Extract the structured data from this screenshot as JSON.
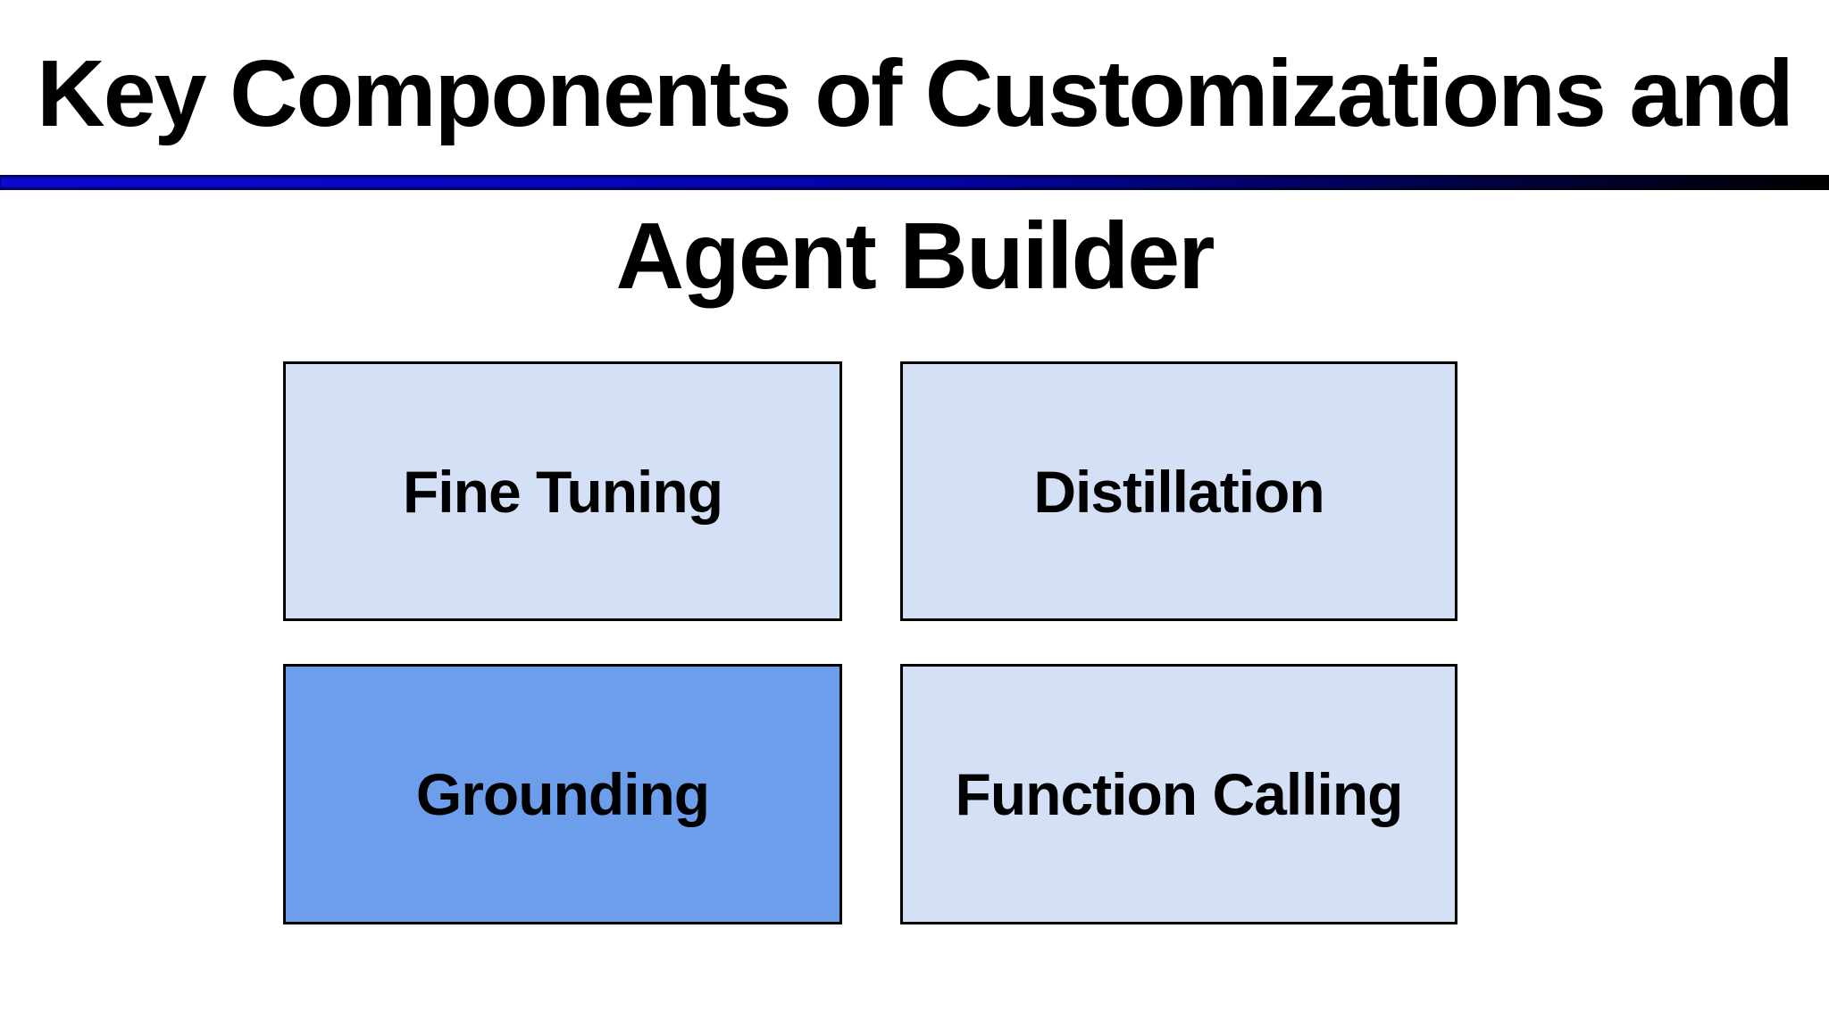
{
  "slide": {
    "title_line1": "Key Components of Customizations and",
    "title_line2": "Agent Builder"
  },
  "boxes": [
    {
      "id": "fine-tuning",
      "label": "Fine Tuning",
      "fill": "#d3e0f6",
      "highlighted": false
    },
    {
      "id": "distillation",
      "label": "Distillation",
      "fill": "#d3e0f6",
      "highlighted": false
    },
    {
      "id": "grounding",
      "label": "Grounding",
      "fill": "#6d9eeb",
      "highlighted": true
    },
    {
      "id": "function-calling",
      "label": "Function Calling",
      "fill": "#d3e0f6",
      "highlighted": false
    }
  ],
  "colors": {
    "background": "#ffffff",
    "title_text": "#000000",
    "divider_blue": "#0b0bd0",
    "divider_black": "#000000",
    "box_light_fill": "#d3e0f6",
    "box_highlight_fill": "#6d9eeb",
    "box_border": "#000000",
    "box_text": "#000000"
  }
}
